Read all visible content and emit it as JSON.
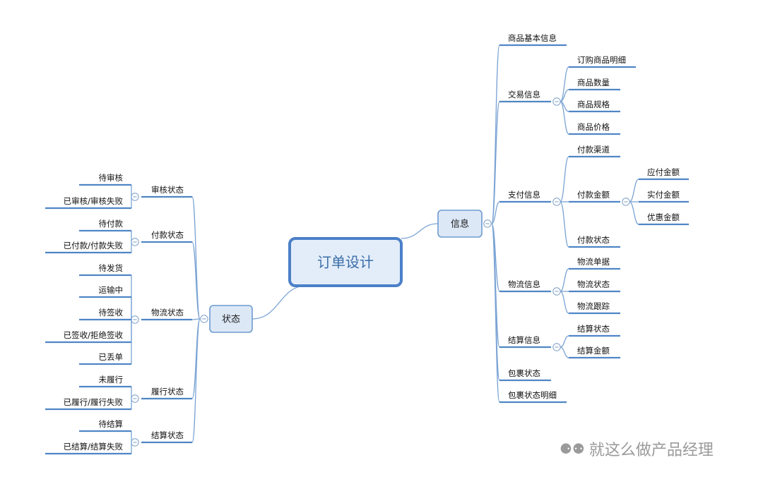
{
  "colors": {
    "line": "#7aa3d4",
    "underline": "#4f86c6",
    "box_fill": "#dce8f6",
    "box_border": "#6e9ad0",
    "root_border": "#4a80c8",
    "collapse": "#7a9cc6"
  },
  "root": {
    "label": "订单设计"
  },
  "branches": {
    "info": {
      "label": "信息",
      "groups": [
        {
          "label": "商品基本信息"
        },
        {
          "label": "交易信息",
          "children": [
            "订购商品明细",
            "商品数量",
            "商品规格",
            "商品价格"
          ]
        },
        {
          "label": "支付信息",
          "children": [
            "付款渠道",
            "付款金额",
            "付款状态"
          ],
          "sub": {
            "parent": "付款金额",
            "children": [
              "应付金额",
              "实付金额",
              "优惠金额"
            ]
          }
        },
        {
          "label": "物流信息",
          "children": [
            "物流单据",
            "物流状态",
            "物流跟踪"
          ]
        },
        {
          "label": "结算信息",
          "children": [
            "结算状态",
            "结算金额"
          ]
        },
        {
          "label": "包裹状态"
        },
        {
          "label": "包裹状态明细"
        }
      ]
    },
    "status": {
      "label": "状态",
      "groups": [
        {
          "label": "审核状态",
          "children": [
            "待审核",
            "已审核/审核失败"
          ]
        },
        {
          "label": "付款状态",
          "children": [
            "待付款",
            "已付款/付款失败"
          ]
        },
        {
          "label": "物流状态",
          "children": [
            "待发货",
            "运输中",
            "待签收",
            "已签收/拒绝签收",
            "已丢单"
          ]
        },
        {
          "label": "履行状态",
          "children": [
            "未履行",
            "已履行/履行失败"
          ]
        },
        {
          "label": "结算状态",
          "children": [
            "待结算",
            "已结算/结算失败"
          ]
        }
      ]
    }
  },
  "watermark": {
    "text": "就这么做产品经理",
    "icon": "wechat-icon"
  }
}
